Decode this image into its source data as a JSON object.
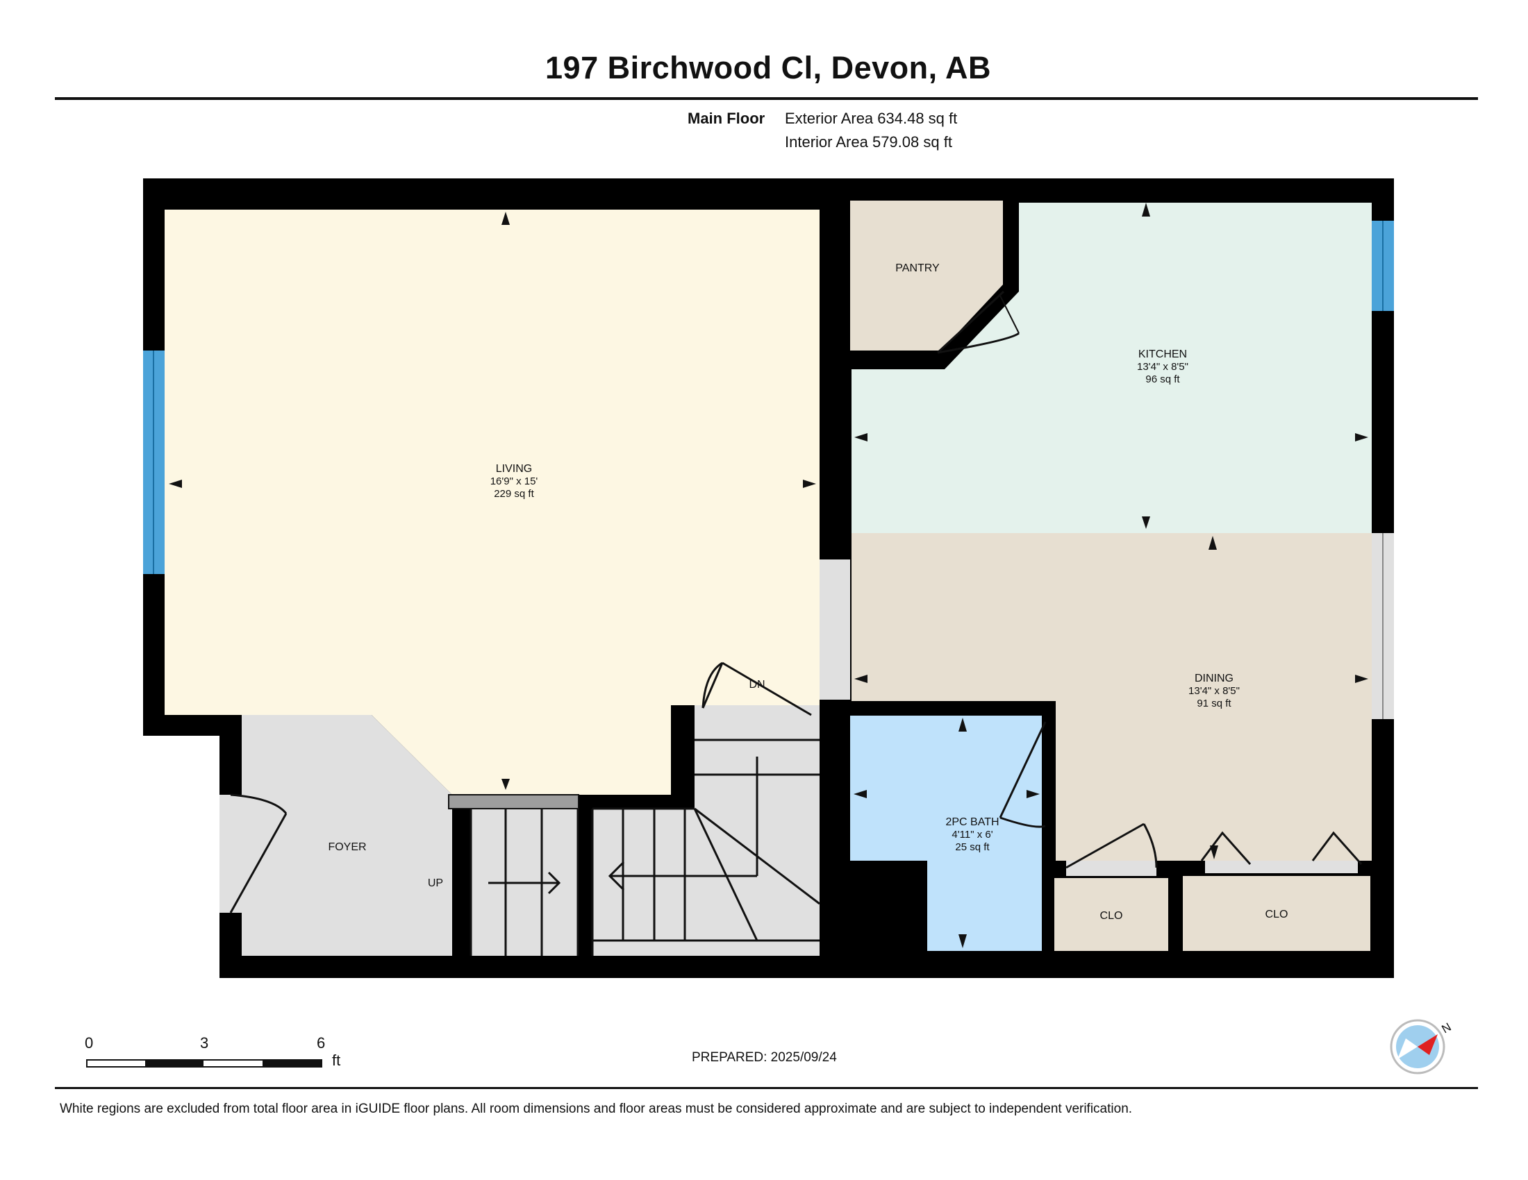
{
  "header": {
    "title": "197 Birchwood Cl, Devon, AB",
    "floor_label": "Main Floor",
    "exterior_area": "Exterior Area 634.48 sq ft",
    "interior_area": "Interior Area 579.08 sq ft"
  },
  "rooms": {
    "living": {
      "name": "LIVING",
      "dims": "16'9\" x 15'",
      "area": "229 sq ft",
      "color": "#fdf7e3"
    },
    "kitchen": {
      "name": "KITCHEN",
      "dims": "13'4\" x 8'5\"",
      "area": "96 sq ft",
      "color": "#e4f2ec"
    },
    "dining": {
      "name": "DINING",
      "dims": "13'4\" x 8'5\"",
      "area": "91 sq ft",
      "color": "#e7dfd1"
    },
    "bath": {
      "name": "2PC BATH",
      "dims": "4'11\" x 6'",
      "area": "25 sq ft",
      "color": "#bfe2fb"
    },
    "pantry": {
      "name": "PANTRY",
      "color": "#e7dfd1"
    },
    "foyer": {
      "name": "FOYER",
      "color": "#e0e0e0"
    },
    "closet_left": {
      "name": "CLO",
      "color": "#e7dfd1"
    },
    "closet_right": {
      "name": "CLO",
      "color": "#e7dfd1"
    }
  },
  "stairs": {
    "up_label": "UP",
    "down_label": "DN"
  },
  "colors": {
    "wall": "#000000",
    "window": "#4ba3d9",
    "stair_fill": "#e0e0e0"
  },
  "scale_bar": {
    "ticks": [
      "0",
      "3",
      "6"
    ],
    "unit": "ft"
  },
  "compass": {
    "label": "N",
    "icon": "north-compass-icon"
  },
  "footer": {
    "prepared": "PREPARED: 2025/09/24",
    "disclaimer": "White regions are excluded from total floor area in iGUIDE floor plans. All room dimensions and floor areas must be considered approximate and are subject to independent verification."
  }
}
